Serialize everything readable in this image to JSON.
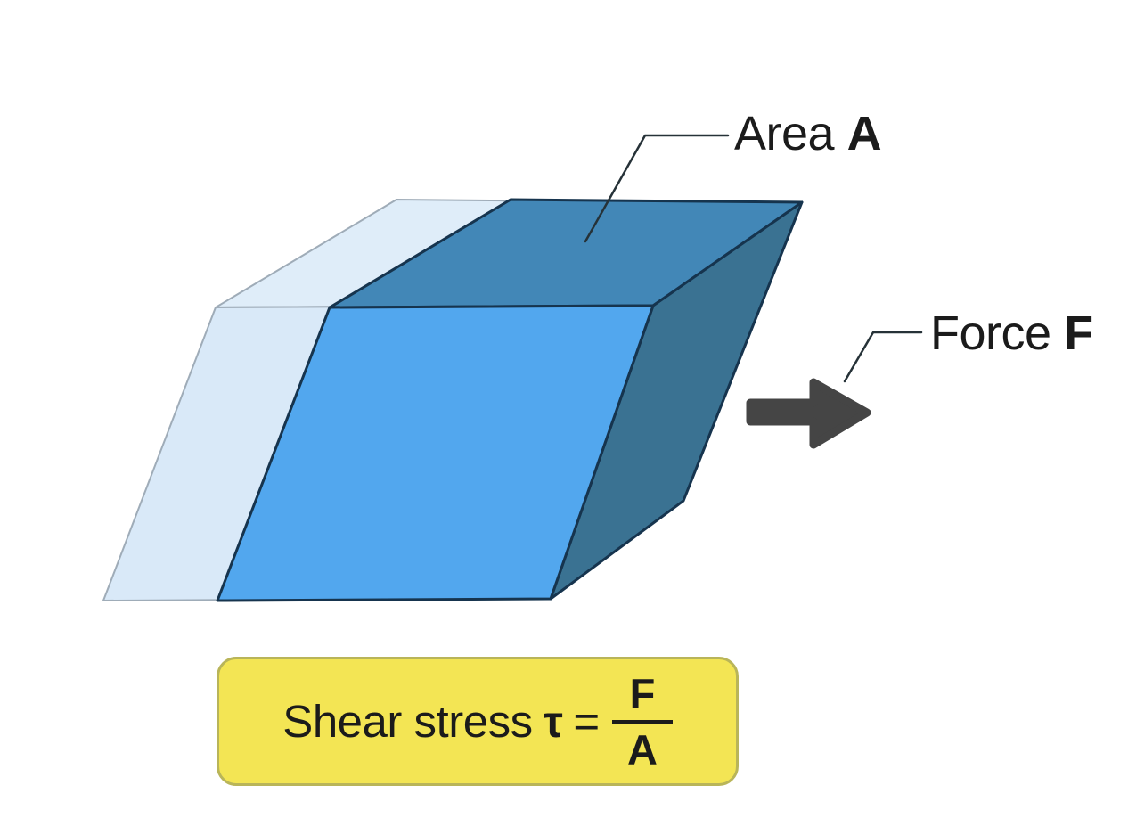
{
  "labels": {
    "area": {
      "text": "Area",
      "symbol": "A"
    },
    "force": {
      "text": "Force",
      "symbol": "F"
    }
  },
  "formula": {
    "label": "Shear stress",
    "symbol": "τ",
    "equals": "=",
    "numerator": "F",
    "denominator": "A"
  },
  "icons": {
    "force_arrow": "arrow-right"
  },
  "colors": {
    "background": "#ffffff",
    "front_face": "#52a7ee",
    "top_face": "#4287b7",
    "side_face": "#3a7292",
    "ghost_front_face": "#d9e9f8",
    "ghost_top_face": "#dfedf9",
    "edge": "#16344e",
    "ghost_edge": "#9facb8",
    "leader_line": "#263238",
    "arrow": "#454545",
    "formula_bg": "#f3e554",
    "formula_border": "#b9b559",
    "text": "#1b1b1b"
  }
}
